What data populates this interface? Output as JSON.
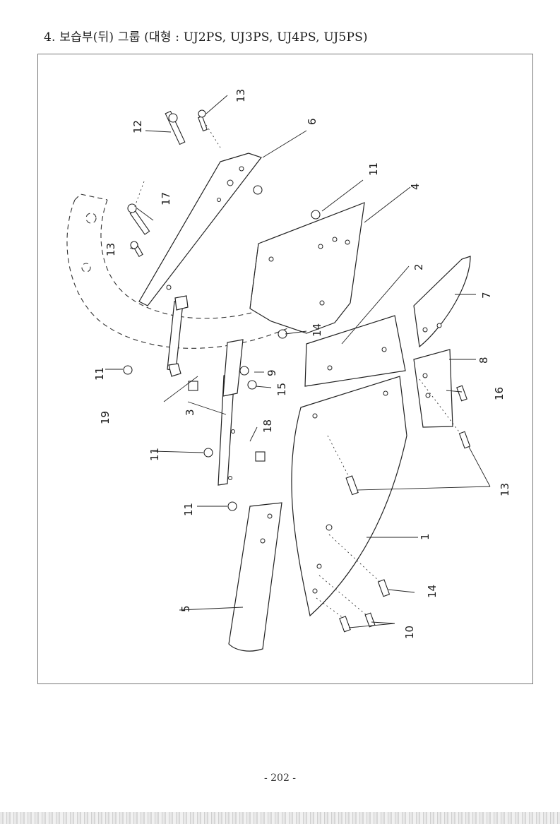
{
  "page": {
    "heading": "4. 보습부(뒤) 그룹 (대형 : UJ2PS, UJ3PS, UJ4PS, UJ5PS)",
    "page_number": "- 202 -"
  },
  "diagram": {
    "callouts": [
      {
        "id": "c1",
        "text": "1"
      },
      {
        "id": "c2",
        "text": "2"
      },
      {
        "id": "c3",
        "text": "3"
      },
      {
        "id": "c4",
        "text": "4"
      },
      {
        "id": "c5",
        "text": "5"
      },
      {
        "id": "c6",
        "text": "6"
      },
      {
        "id": "c7",
        "text": "7"
      },
      {
        "id": "c8",
        "text": "8"
      },
      {
        "id": "c9",
        "text": "9"
      },
      {
        "id": "c10",
        "text": "10"
      },
      {
        "id": "c11a",
        "text": "11"
      },
      {
        "id": "c11b",
        "text": "11"
      },
      {
        "id": "c11c",
        "text": "11"
      },
      {
        "id": "c11d",
        "text": "11"
      },
      {
        "id": "c12",
        "text": "12"
      },
      {
        "id": "c13a",
        "text": "13"
      },
      {
        "id": "c13b",
        "text": "13"
      },
      {
        "id": "c13c",
        "text": "13"
      },
      {
        "id": "c14a",
        "text": "14"
      },
      {
        "id": "c14b",
        "text": "14"
      },
      {
        "id": "c15",
        "text": "15"
      },
      {
        "id": "c16",
        "text": "16"
      },
      {
        "id": "c17",
        "text": "17"
      },
      {
        "id": "c18",
        "text": "18"
      },
      {
        "id": "c19",
        "text": "19"
      }
    ]
  }
}
